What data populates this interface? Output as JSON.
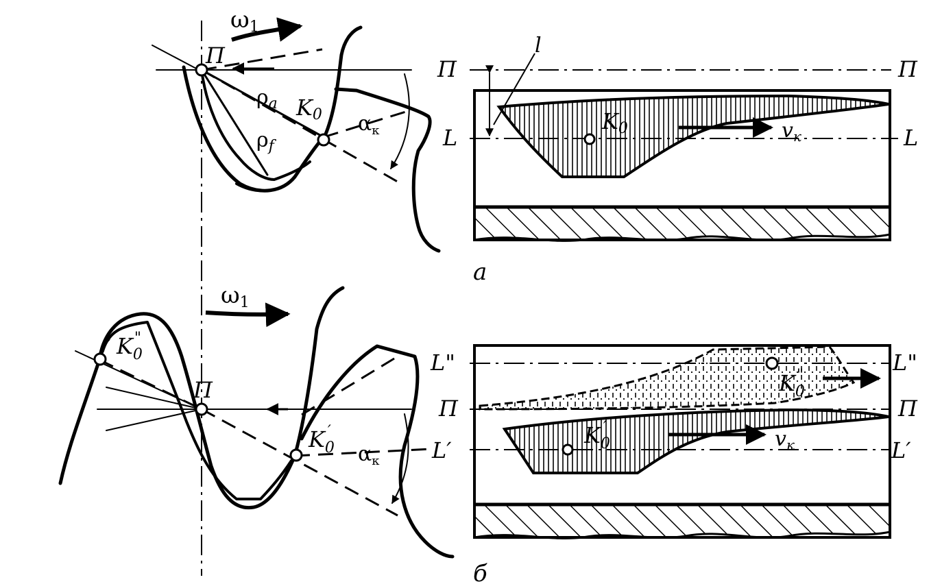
{
  "figure": {
    "top": {
      "caption": "а",
      "omega": "ω",
      "omega_sub": "1",
      "pole": "П",
      "rho_a": "ρ",
      "rho_a_sub": "a",
      "rho_f": "ρ",
      "rho_f_sub": "f",
      "contact_point": "K",
      "contact_point_sub": "0",
      "alpha": "α",
      "alpha_sub": "к",
      "length": "l",
      "line_pole_left": "П",
      "line_pole_right": "П",
      "line_l_left": "L",
      "line_l_right": "L",
      "pit_point": "K",
      "pit_point_sub": "0",
      "velocity": "v",
      "velocity_sub": "к"
    },
    "bottom": {
      "caption": "б",
      "omega": "ω",
      "omega_sub": "1",
      "pole": "П",
      "point_double": "K",
      "point_double_sub": "0",
      "point_double_mark": "\"",
      "point_single": "K",
      "point_single_sub": "0",
      "point_single_mark": "′",
      "alpha": "α",
      "alpha_sub": "к",
      "line_l2_left": "L\"",
      "line_l2_right": "L\"",
      "line_pole_left": "П",
      "line_pole_right": "П",
      "line_l1_left": "L′",
      "line_l1_right": "L′",
      "pit1_point": "K",
      "pit1_point_sub": "0",
      "pit1_point_mark": "′",
      "pit2_point": "K",
      "pit2_point_sub": "0",
      "pit2_point_mark": "\"",
      "velocity": "v",
      "velocity_sub": "к"
    }
  }
}
